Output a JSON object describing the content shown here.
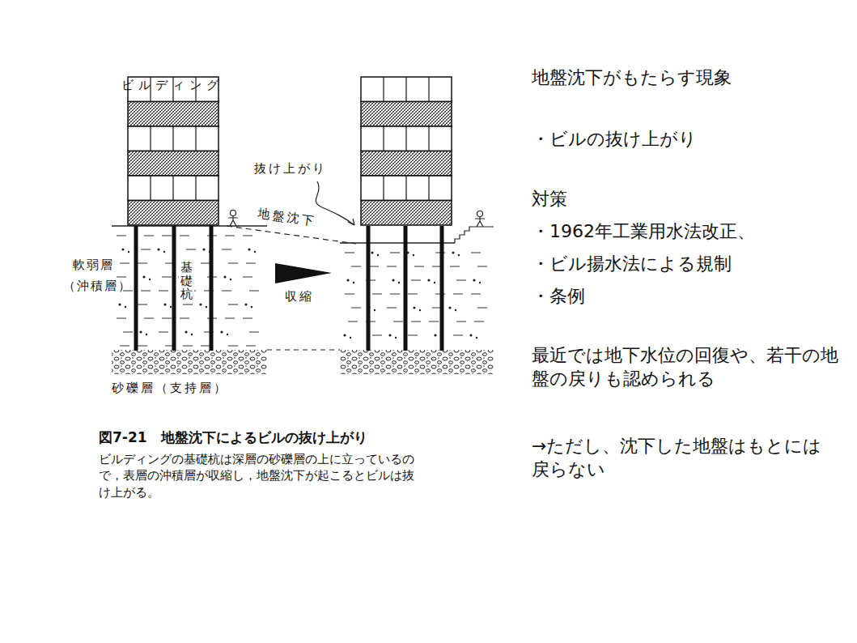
{
  "diagram": {
    "title": "地盤沈下がもたらす現象",
    "caption": "図7-21　地盤沈下によるビルの抜け上がり",
    "labels": [
      "ビルディング",
      "抜け上がり",
      "地盤沈下",
      "軟弱層",
      "（沖積層）",
      "基礎杭",
      "収縮",
      "砂礫層（支持層）",
      "ビルディングの基礎杭は深層の砂礫層の上に立っているので，表層の沖積層が収縮し，地盤沈下が起こるとビルは抜け上がる。",
      "・ビルの抜け上がり",
      "対策",
      "・1962年工業用水法改正、",
      "・ビル揚水法による規制",
      "・条例",
      "最近では地下水位の回復や、若干の地盤の戻りも認められる",
      "→ただし、沈下した地盤はもとには戻らない"
    ]
  }
}
